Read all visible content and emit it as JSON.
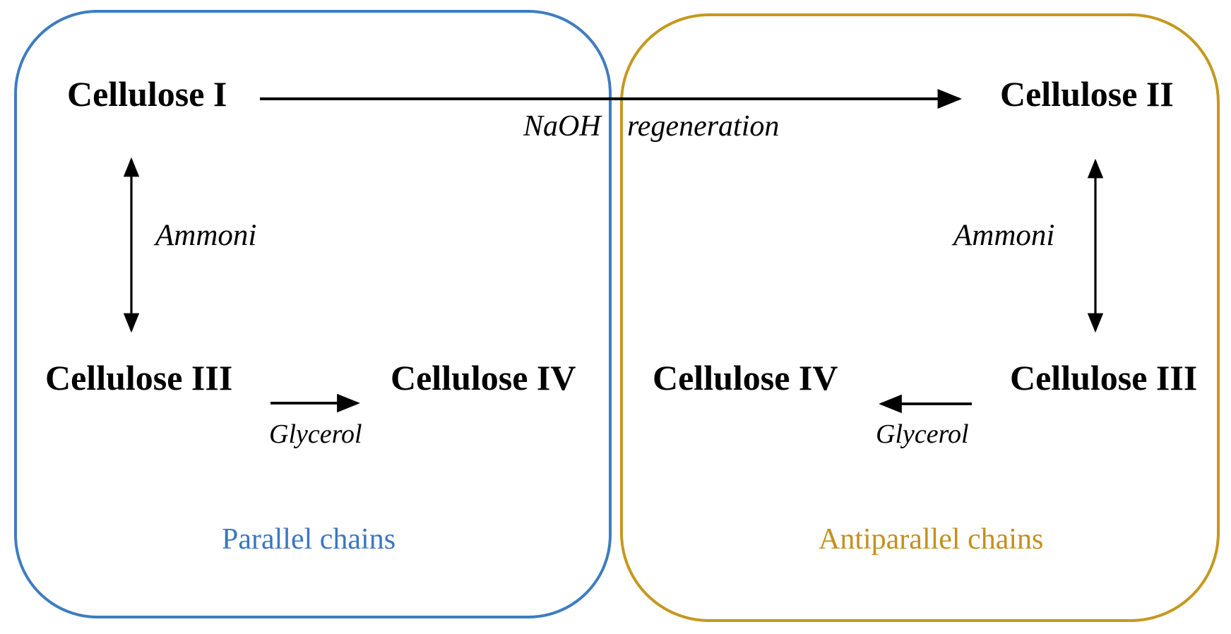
{
  "diagram": {
    "boxes": {
      "parallel": {
        "label": "Parallel chains",
        "border_color": "#3E7CC1",
        "label_color": "#3C76C2",
        "chain_type": "Parallel"
      },
      "antiparallel": {
        "label": "Antiparallel chains",
        "border_color": "#C5981F",
        "label_color": "#C2911C",
        "chain_type": "Antiparallel"
      }
    },
    "nodes": {
      "cellulose_i": "Cellulose I",
      "cellulose_ii": "Cellulose II",
      "cellulose_iii_parallel": "Cellulose III",
      "cellulose_iv_parallel": "Cellulose IV",
      "cellulose_iv_antiparallel": "Cellulose IV",
      "cellulose_iii_antiparallel": "Cellulose III"
    },
    "edge_labels": {
      "naoh": "NaOH",
      "regeneration": "regeneration",
      "ammonia_parallel": "Ammoni",
      "ammonia_antiparallel": "Ammoni",
      "glycerol_parallel": "Glycerol",
      "glycerol_antiparallel": "Glycerol"
    },
    "edges": [
      {
        "from": "cellulose_i",
        "to": "cellulose_ii",
        "label": "NaOH regeneration",
        "direction": "one-way"
      },
      {
        "from": "cellulose_i",
        "to": "cellulose_iii_parallel",
        "label": "Ammoni",
        "direction": "two-way"
      },
      {
        "from": "cellulose_iii_parallel",
        "to": "cellulose_iv_parallel",
        "label": "Glycerol",
        "direction": "one-way"
      },
      {
        "from": "cellulose_ii",
        "to": "cellulose_iii_antiparallel",
        "label": "Ammoni",
        "direction": "two-way"
      },
      {
        "from": "cellulose_iii_antiparallel",
        "to": "cellulose_iv_antiparallel",
        "label": "Glycerol",
        "direction": "one-way"
      }
    ],
    "arrow_color": "#000000"
  }
}
